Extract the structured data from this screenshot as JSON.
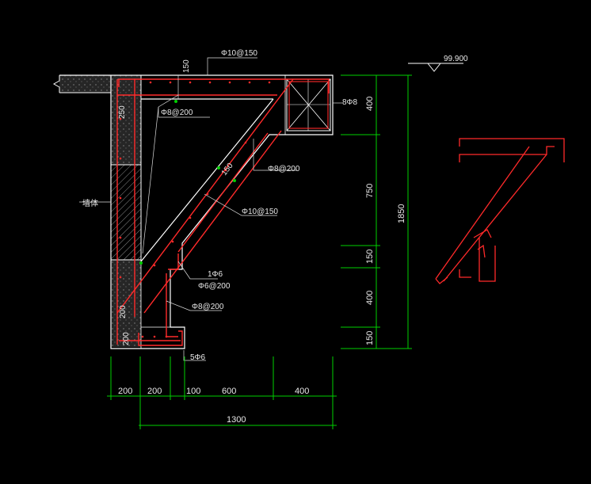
{
  "annotations": {
    "top_bar": "Φ10@150",
    "top_thickness": "150",
    "elevation": "99.900",
    "right_small": "8Φ8",
    "left_thickness": "250",
    "stirrup_upper": "Φ8@200",
    "diag_thickness": "150",
    "stirrup_right": "Φ8@200",
    "diag_bar": "Φ10@150",
    "wall_label": "墙体",
    "bar_1phi6": "1Φ6",
    "stirrup_phi6": "Φ6@200",
    "stirrup_lower": "Φ8@200",
    "bottom_bars": "5Φ6",
    "bottom_h1": "200",
    "bottom_h2": "200"
  },
  "dims_right": {
    "seg": [
      "400",
      "750",
      "150",
      "400",
      "150"
    ],
    "total": "1850"
  },
  "dims_bottom": {
    "seg": [
      "200",
      "200",
      "100",
      "600",
      "400"
    ],
    "total": "1300"
  },
  "colors": {
    "background": "#000000",
    "outline": "#ffffff",
    "rebar": "#ff2a2a",
    "dimension": "#00d000",
    "hatch": "#9a9a9a"
  }
}
